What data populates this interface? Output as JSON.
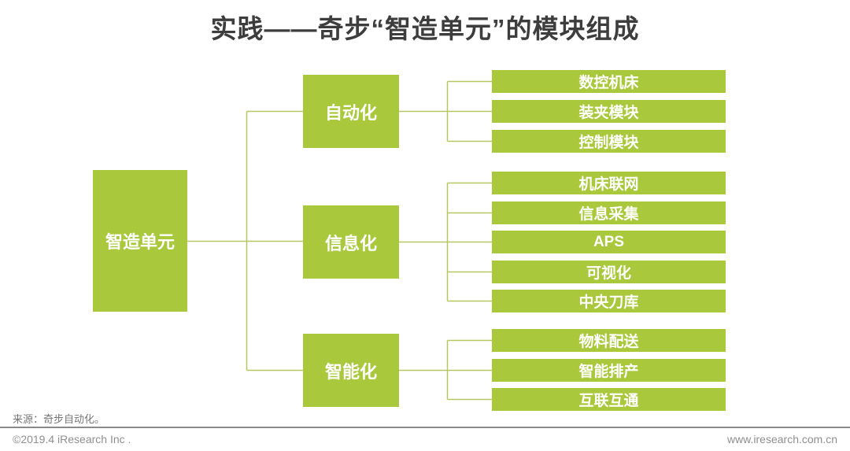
{
  "title": "实践——奇步“智造单元”的模块组成",
  "colors": {
    "box_green": "#a9c83b",
    "connector_green": "#b4c763",
    "title_gray": "#3d3d3d",
    "footer_gray": "#8f8f8f"
  },
  "chart_data": {
    "type": "table",
    "title": "实践——奇步“智造单元”的模块组成",
    "root": "智造单元",
    "groups": [
      {
        "label": "自动化",
        "items": [
          "数控机床",
          "装夹模块",
          "控制模块"
        ]
      },
      {
        "label": "信息化",
        "items": [
          "机床联网",
          "信息采集",
          "APS",
          "可视化",
          "中央刀库"
        ]
      },
      {
        "label": "智能化",
        "items": [
          "物料配送",
          "智能排产",
          "互联互通"
        ]
      }
    ]
  },
  "tree": {
    "root": "智造单元",
    "groups": [
      {
        "label": "自动化",
        "items": [
          "数控机床",
          "装夹模块",
          "控制模块"
        ]
      },
      {
        "label": "信息化",
        "items": [
          "机床联网",
          "信息采集",
          "APS",
          "可视化",
          "中央刀库"
        ]
      },
      {
        "label": "智能化",
        "items": [
          "物料配送",
          "智能排产",
          "互联互通"
        ]
      }
    ]
  },
  "footer": {
    "source_note": "来源：奇步自动化。",
    "copyright": "©2019.4 iResearch Inc .",
    "website": "www.iresearch.com.cn"
  }
}
